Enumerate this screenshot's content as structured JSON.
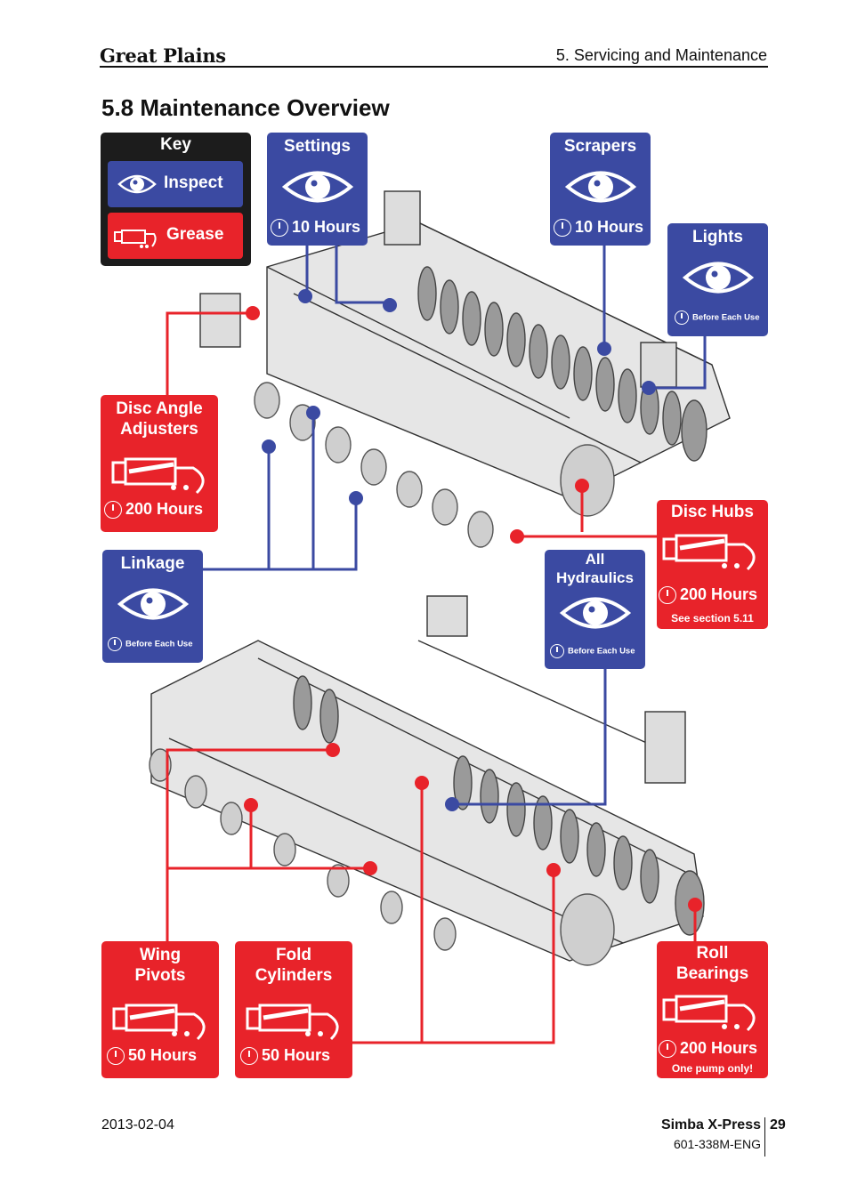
{
  "header": {
    "brand": "Great Plains",
    "section": "5. Servicing and Maintenance"
  },
  "page_title": "5.8 Maintenance Overview",
  "key": {
    "title": "Key",
    "inspect_label": "Inspect",
    "grease_label": "Grease"
  },
  "callouts": {
    "settings": {
      "label": "Settings",
      "interval": "10 Hours"
    },
    "scrapers": {
      "label": "Scrapers",
      "interval": "10 Hours"
    },
    "lights": {
      "label": "Lights",
      "interval": "Before Each Use"
    },
    "disc_angle": {
      "label_line1": "Disc Angle",
      "label_line2": "Adjusters",
      "interval": "200 Hours"
    },
    "linkage": {
      "label": "Linkage",
      "interval": "Before Each Use"
    },
    "all_hydraulics": {
      "label_line1": "All",
      "label_line2": "Hydraulics",
      "interval": "Before Each Use"
    },
    "disc_hubs": {
      "label": "Disc Hubs",
      "interval": "200 Hours",
      "note": "See section 5.11"
    },
    "wing_pivots": {
      "label_line1": "Wing",
      "label_line2": "Pivots",
      "interval": "50 Hours"
    },
    "fold_cylinders": {
      "label_line1": "Fold",
      "label_line2": "Cylinders",
      "interval": "50 Hours"
    },
    "roll_bearings": {
      "label_line1": "Roll",
      "label_line2": "Bearings",
      "interval": "200 Hours",
      "note": "One pump only!"
    }
  },
  "colors": {
    "inspect_blue": "#3b4aa2",
    "grease_red": "#e8232a",
    "key_bg": "#1c1c1c"
  },
  "footer": {
    "date": "2013-02-04",
    "model": "Simba X-Press",
    "page": "29",
    "doc_code": "601-338M-ENG"
  }
}
